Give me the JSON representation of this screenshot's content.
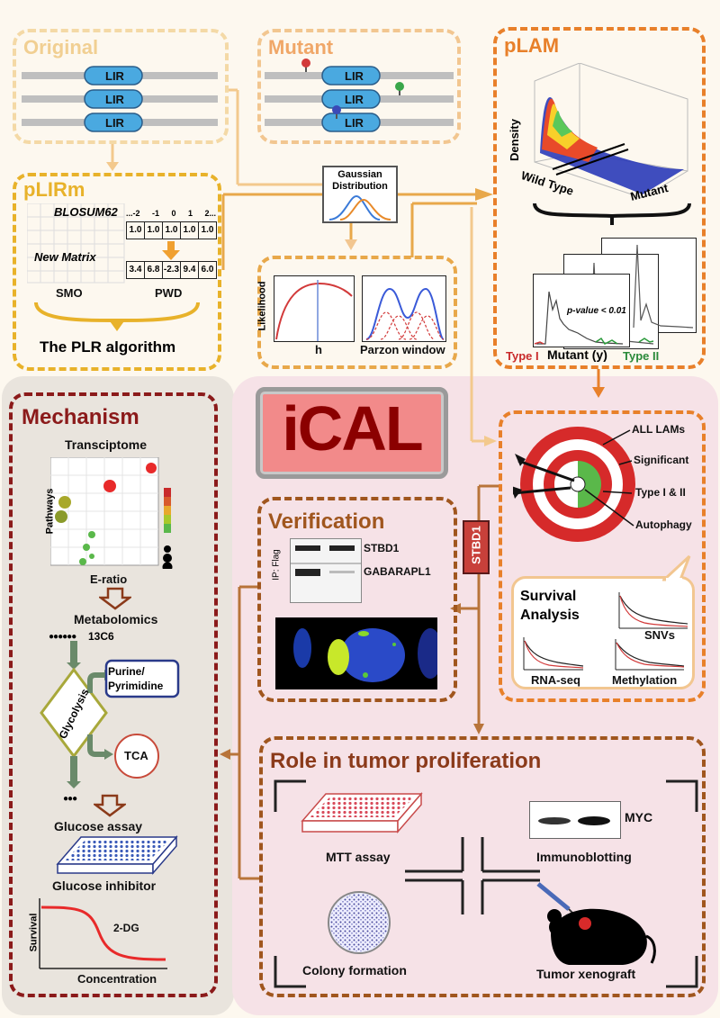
{
  "original": {
    "title": "Original",
    "lir": [
      "LIR",
      "LIR",
      "LIR"
    ]
  },
  "mutant": {
    "title": "Mutant",
    "lir": [
      "LIR",
      "LIR",
      "LIR"
    ]
  },
  "gaussian": {
    "label": "Gaussian Distribution"
  },
  "plirm": {
    "title": "pLIRm",
    "matrix_title": "BLOSUM62",
    "matrix_sub": "New Matrix",
    "smo": "SMO",
    "pwd": "PWD",
    "pwd_header": [
      "...-2",
      "-1",
      "0",
      "1",
      "2..."
    ],
    "pwd_row1": [
      "1.0",
      "1.0",
      "1.0",
      "1.0",
      "1.0"
    ],
    "pwd_row2": [
      "3.4",
      "6.8",
      "-2.3",
      "9.4",
      "6.0"
    ],
    "algorithm": "The PLR algorithm"
  },
  "parzen": {
    "likelihood": "Likelihood",
    "h": "h",
    "window": "Parzon window"
  },
  "plam": {
    "title": "pLAM",
    "density": "Density",
    "wild": "Wild Type",
    "mutant": "Mutant",
    "pvalue": "p-value < 0.01",
    "type1": "Type I",
    "mutant_y": "Mutant (y)",
    "type2": "Type II"
  },
  "ical": {
    "title": "iCAL"
  },
  "target": {
    "labels": [
      "ALL LAMs",
      "Significant",
      "Type I & II",
      "Autophagy"
    ],
    "survival_title": "Survival Analysis",
    "snvs": "SNVs",
    "rnaseq": "RNA-seq",
    "methylation": "Methylation"
  },
  "stbd1": "STBD1",
  "verification": {
    "title": "Verification",
    "ip": "IP: Flag",
    "band1": "STBD1",
    "band2": "GABARAPL1"
  },
  "mechanism": {
    "title": "Mechanism",
    "transcriptome": "Transciptome",
    "pathways": "Pathways",
    "eratio": "E-ratio",
    "metabolomics": "Metabolomics",
    "c13": "13C6",
    "glycolysis": "Glycolysis",
    "purine": "Purine/ Pyrimidine",
    "tca": "TCA",
    "glucose_assay": "Glucose assay",
    "glucose_inhibitor": "Glucose inhibitor",
    "survival": "Survival",
    "dg": "2-DG",
    "concentration": "Concentration"
  },
  "role": {
    "title": "Role in tumor proliferation",
    "mtt": "MTT assay",
    "myc": "MYC",
    "immuno": "Immunoblotting",
    "colony": "Colony formation",
    "xenograft": "Tumor xenograft"
  },
  "colors": {
    "orange": "#e88a2a",
    "darkred": "#8b1a1a",
    "brown": "#a0561e",
    "yellow": "#e8b22a",
    "cream": "#f5d9a8"
  }
}
